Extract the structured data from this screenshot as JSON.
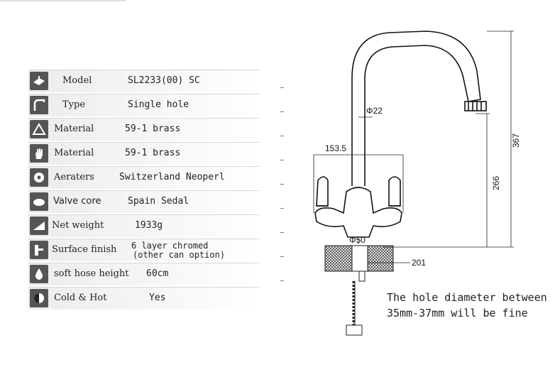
{
  "specs": [
    {
      "icon": "tap-icon",
      "label": "Model",
      "value": "SL2233(00) SC"
    },
    {
      "icon": "spout-icon",
      "label": "Type",
      "value": "Single hole"
    },
    {
      "icon": "triangle-icon",
      "label": "Material",
      "value": "59-1 brass"
    },
    {
      "icon": "hand-icon",
      "label": "Material",
      "value": "59-1 brass"
    },
    {
      "icon": "aerator-icon",
      "label": "Aeraters",
      "value": "Switzerland Neoperl"
    },
    {
      "icon": "valve-icon",
      "label": "Valve core",
      "value": "Spain Sedal"
    },
    {
      "icon": "weight-icon",
      "label": "Net weight",
      "value": "1933g"
    },
    {
      "icon": "finish-icon",
      "label": "Surface finish",
      "value": "6 layer chromed",
      "value2": "(other can option)"
    },
    {
      "icon": "drop-icon",
      "label": "soft hose height",
      "value": "60cm"
    },
    {
      "icon": "half-circle-icon",
      "label": "Cold & Hot",
      "value": "Yes"
    }
  ],
  "dimensions": {
    "spout_diameter": "Φ22",
    "handle_span": "153.5",
    "base_diameter": "Φ50",
    "height_total": "367",
    "spout_height": "266",
    "reach": "201"
  },
  "note": {
    "line1": "The hole diameter between",
    "line2": "35mm-37mm will be fine"
  }
}
